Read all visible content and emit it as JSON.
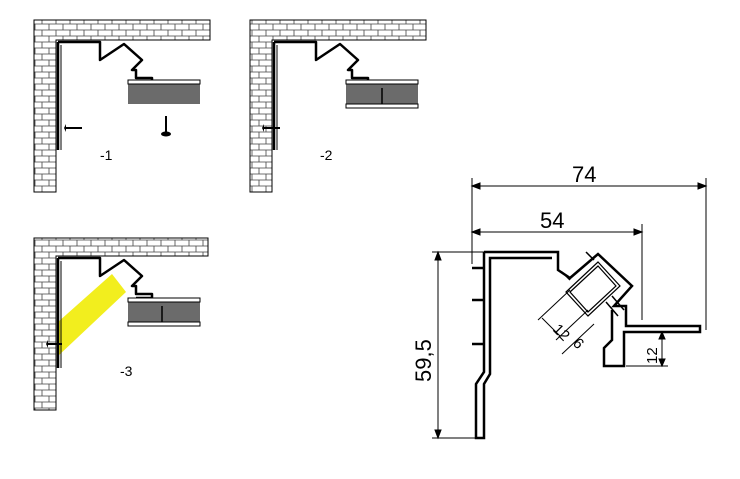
{
  "steps": [
    {
      "label": "-1"
    },
    {
      "label": "-2"
    },
    {
      "label": "-3"
    }
  ],
  "dimensions": {
    "total_width": "74",
    "inner_width": "54",
    "height": "59,5",
    "diffuser_width": "12",
    "diffuser_depth": "6",
    "step_height": "12"
  },
  "colors": {
    "light": "#f2ee1e",
    "outline": "#000000",
    "cabinet": "#6b6b6b"
  }
}
